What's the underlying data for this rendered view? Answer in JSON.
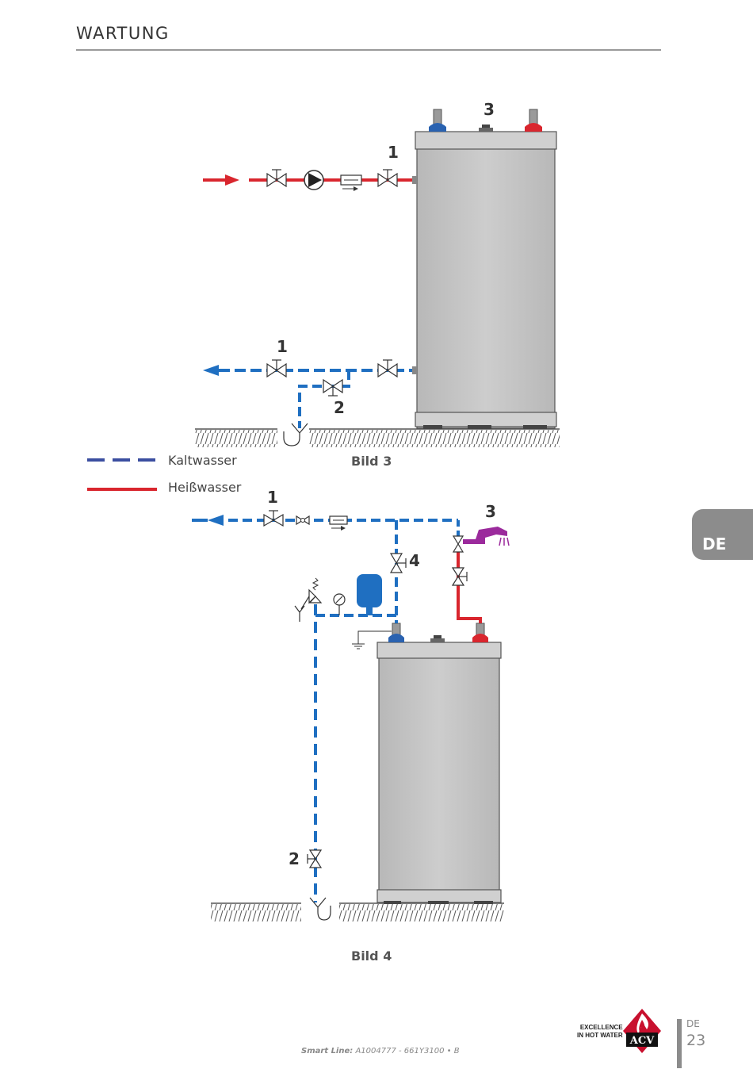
{
  "header": {
    "title": "WARTUNG"
  },
  "legend": {
    "cold": {
      "label": "Kaltwasser",
      "color": "#3b4ea0"
    },
    "hot": {
      "label": "Heißwasser",
      "color": "#d9262e"
    }
  },
  "figure3": {
    "caption": "Bild 3",
    "labels": {
      "valve_hot": "1",
      "valve_cold": "1",
      "drain": "2",
      "top": "3"
    }
  },
  "figure4": {
    "caption": "Bild 4",
    "labels": {
      "valve_inlet": "1",
      "drain": "2",
      "tap": "3",
      "bypass": "4"
    }
  },
  "colors": {
    "pipe_cold": "#1f6fc1",
    "pipe_hot": "#d9262e",
    "tank": "#c7c7c7",
    "tap": "#9b2a9c",
    "expansion_vessel": "#1f6fc1",
    "tab_gray": "#8c8c8c"
  },
  "side_tab": {
    "label": "DE"
  },
  "footer": {
    "product": "Smart Line:",
    "doc_ref": "A1004777 - 661Y3100 • B",
    "tagline_1": "EXCELLENCE",
    "tagline_2": "IN HOT WATER",
    "brand": "ACV",
    "page_lang": "DE",
    "page_number": "23"
  }
}
